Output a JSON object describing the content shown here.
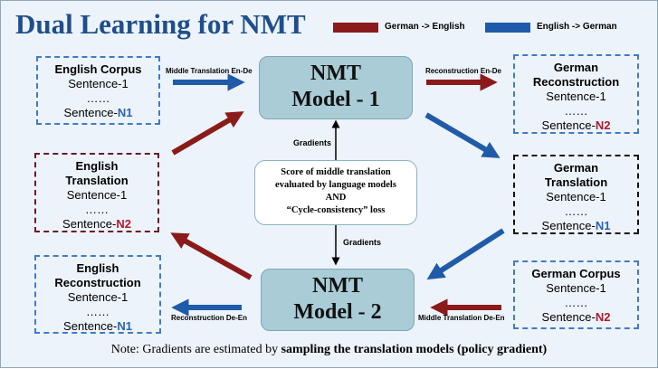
{
  "title": "Dual Learning for NMT",
  "legend": {
    "red_label": "German -> English",
    "blue_label": "English -> German",
    "red_color": "#8b1a1a",
    "blue_color": "#1f5ba8"
  },
  "nmt1": {
    "line1": "NMT",
    "line2": "Model - 1"
  },
  "nmt2": {
    "line1": "NMT",
    "line2": "Model - 2"
  },
  "boxes": {
    "english_corpus": {
      "title": "English Corpus",
      "s1": "Sentence-1",
      "dots": "……",
      "last_prefix": "Sentence-",
      "last_n": "N1"
    },
    "english_translation": {
      "title1": "English",
      "title2": "Translation",
      "s1": "Sentence-1",
      "dots": "……",
      "last_prefix": "Sentence-",
      "last_n": "N2"
    },
    "english_reconstruction": {
      "title1": "English",
      "title2": "Reconstruction",
      "s1": "Sentence-1",
      "dots": "……",
      "last_prefix": "Sentence-",
      "last_n": "N1"
    },
    "german_reconstruction": {
      "title1": "German",
      "title2": "Reconstruction",
      "s1": "Sentence-1",
      "dots": "……",
      "last_prefix": "Sentence-",
      "last_n": "N2"
    },
    "german_translation": {
      "title1": "German",
      "title2": "Translation",
      "s1": "Sentence-1",
      "dots": "……",
      "last_prefix": "Sentence-",
      "last_n": "N1"
    },
    "german_corpus": {
      "title": "German Corpus",
      "s1": "Sentence-1",
      "dots": "……",
      "last_prefix": "Sentence-",
      "last_n": "N2"
    }
  },
  "loss": {
    "line1": "Score of middle translation",
    "line2": "evaluated by language models",
    "line3": "AND",
    "line4": "“Cycle-consistency” loss"
  },
  "labels": {
    "middle_en_de": "Middle Translation En-De",
    "reconstruction_en_de": "Reconstruction En-De",
    "reconstruction_de_en": "Reconstruction De-En",
    "middle_de_en": "Middle Translation De-En",
    "gradients_top": "Gradients",
    "gradients_bottom": "Gradients"
  },
  "note": {
    "prefix": "Note: Gradients are estimated by ",
    "bold": "sampling the translation models (policy gradient)"
  }
}
